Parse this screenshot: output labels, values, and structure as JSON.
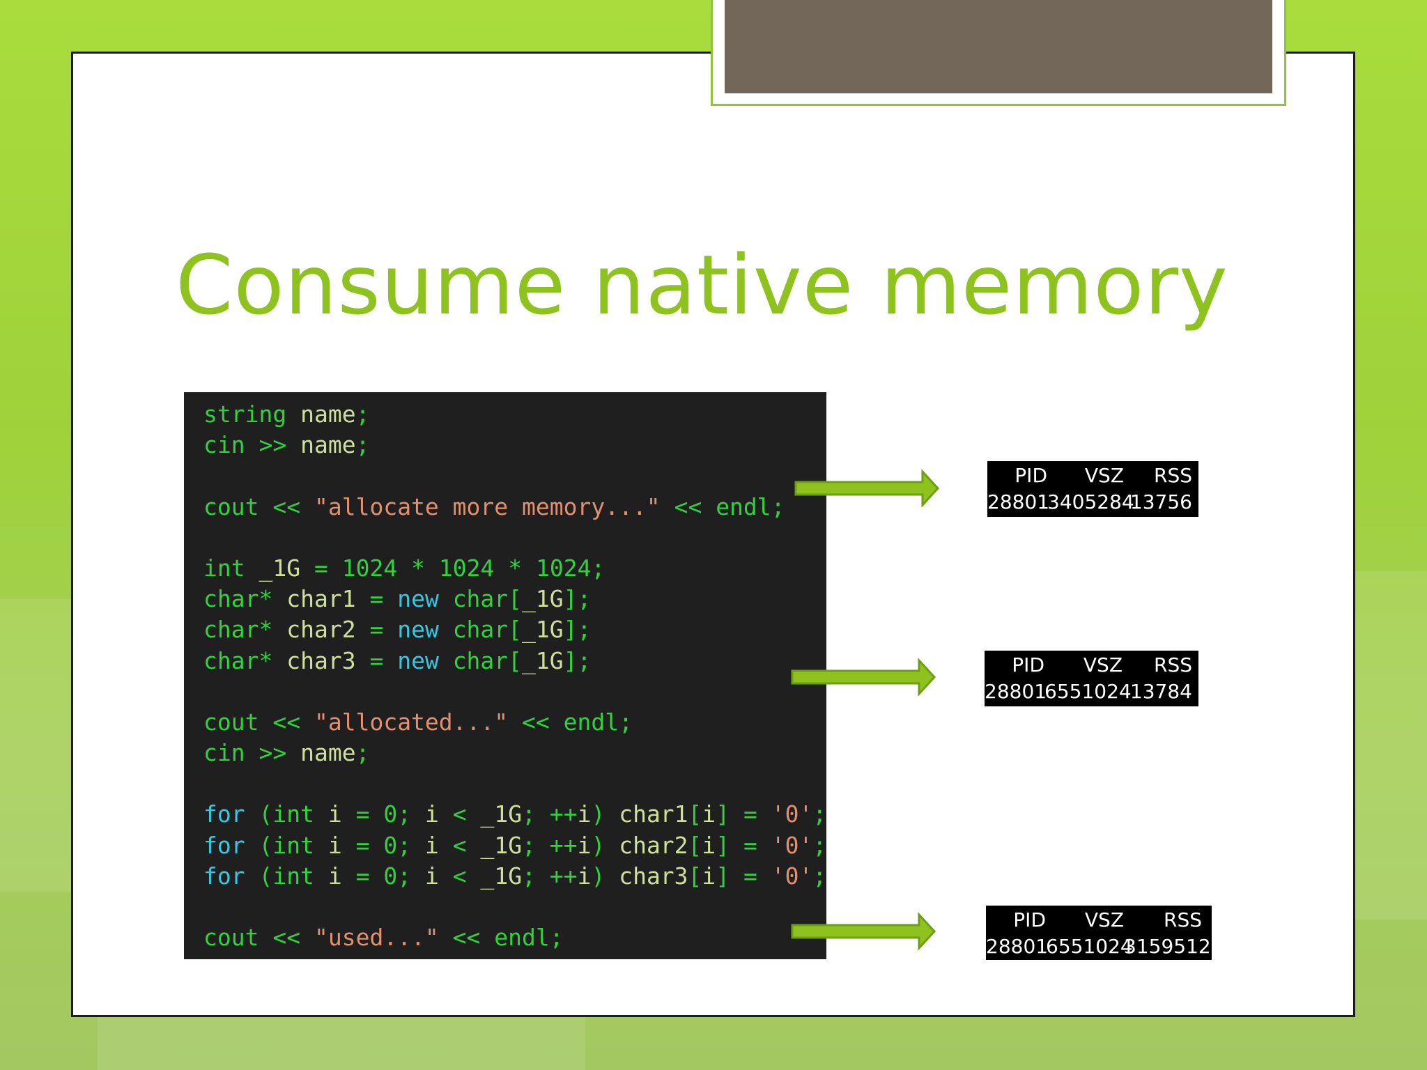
{
  "slide": {
    "title": "Consume native memory",
    "title_color": "#8dc21f",
    "background_color": "#a9dc3c"
  },
  "code": {
    "lines": [
      {
        "text": "string name;"
      },
      {
        "text": "cin >> name;"
      },
      {
        "text": ""
      },
      {
        "text": "cout << \"allocate more memory...\" << endl;"
      },
      {
        "text": ""
      },
      {
        "text": "int _1G = 1024 * 1024 * 1024;"
      },
      {
        "text": "char* char1 = new char[_1G];"
      },
      {
        "text": "char* char2 = new char[_1G];"
      },
      {
        "text": "char* char3 = new char[_1G];"
      },
      {
        "text": ""
      },
      {
        "text": "cout << \"allocated...\" << endl;"
      },
      {
        "text": "cin >> name;"
      },
      {
        "text": ""
      },
      {
        "text": "for (int i = 0; i < _1G; ++i) char1[i] = '0';"
      },
      {
        "text": "for (int i = 0; i < _1G; ++i) char2[i] = '0';"
      },
      {
        "text": "for (int i = 0; i < _1G; ++i) char3[i] = '0';"
      },
      {
        "text": ""
      },
      {
        "text": "cout << \"used...\" << endl;"
      }
    ]
  },
  "ps_outputs": [
    {
      "headers": [
        "PID",
        "VSZ",
        "RSS"
      ],
      "values": [
        "28801",
        "3405284",
        "13756"
      ]
    },
    {
      "headers": [
        "PID",
        "VSZ",
        "RSS"
      ],
      "values": [
        "28801",
        "6551024",
        "13784"
      ]
    },
    {
      "headers": [
        "PID",
        "VSZ",
        "RSS"
      ],
      "values": [
        "28801",
        "6551024",
        "3159512"
      ]
    }
  ],
  "arrow_color": "#8dc21f"
}
